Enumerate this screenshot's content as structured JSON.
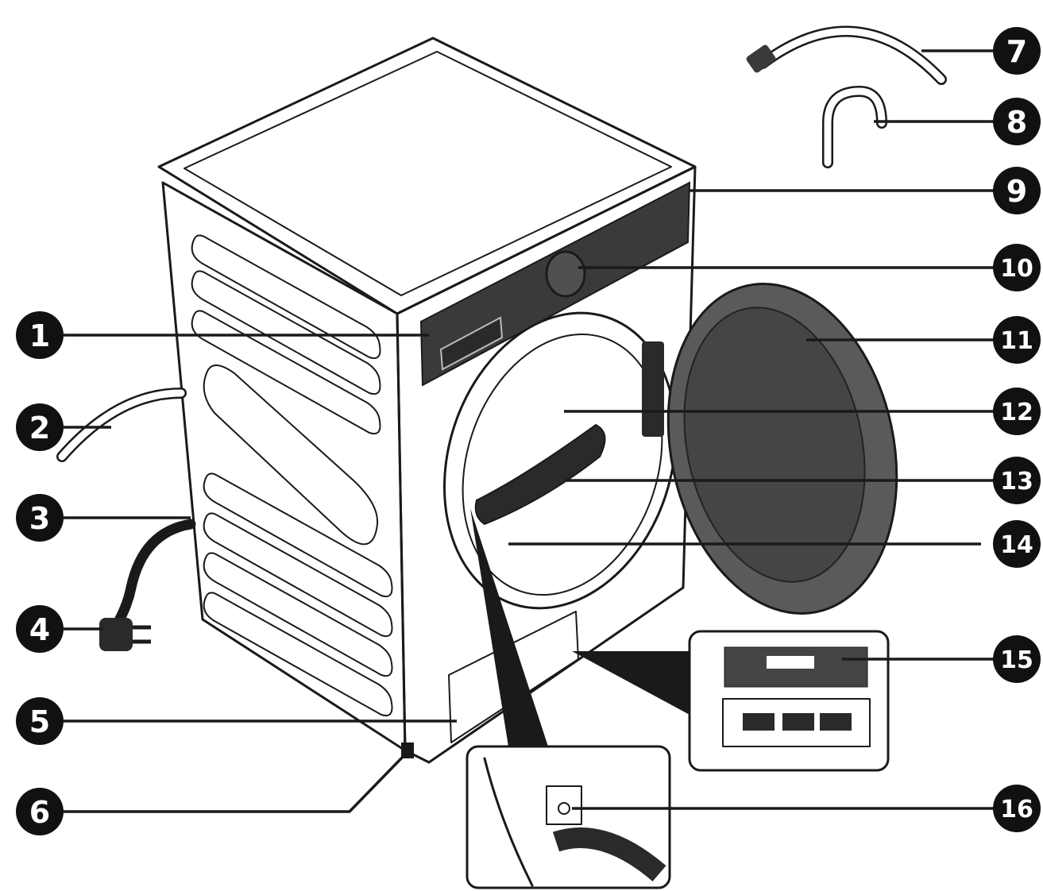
{
  "callouts": [
    {
      "id": "1",
      "label": "1"
    },
    {
      "id": "2",
      "label": "2"
    },
    {
      "id": "3",
      "label": "3"
    },
    {
      "id": "4",
      "label": "4"
    },
    {
      "id": "5",
      "label": "5"
    },
    {
      "id": "6",
      "label": "6"
    },
    {
      "id": "7",
      "label": "7"
    },
    {
      "id": "8",
      "label": "8"
    },
    {
      "id": "9",
      "label": "9"
    },
    {
      "id": "10",
      "label": "10"
    },
    {
      "id": "11",
      "label": "11"
    },
    {
      "id": "12",
      "label": "12"
    },
    {
      "id": "13",
      "label": "13"
    },
    {
      "id": "14",
      "label": "14"
    },
    {
      "id": "15",
      "label": "15"
    },
    {
      "id": "16",
      "label": "16"
    }
  ],
  "colors": {
    "ink": "#1a1a1a",
    "panel": "#3a3a3a",
    "door_glass": "#454545",
    "callout_fill": "#111111"
  }
}
